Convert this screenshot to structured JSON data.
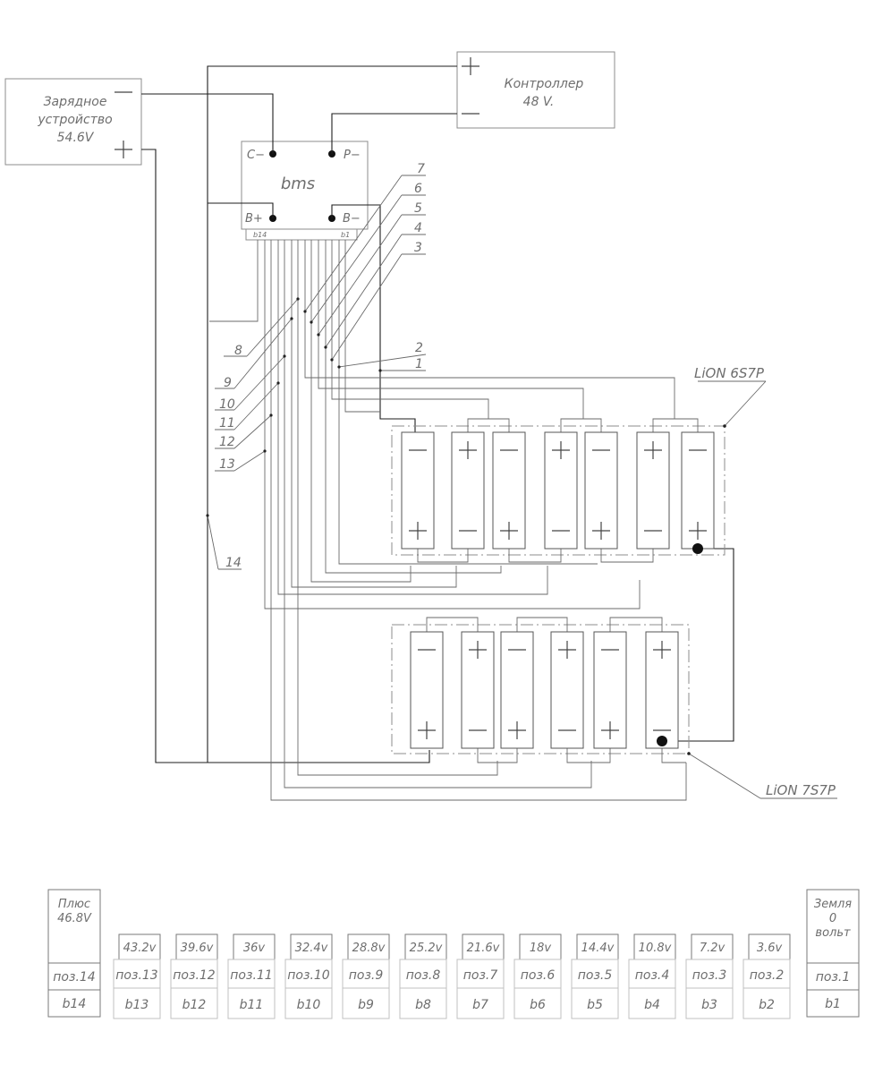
{
  "charger": {
    "line1": "Зарядное",
    "line2": "устройство",
    "line3": "54.6V",
    "minus": "−",
    "plus": "+"
  },
  "controller": {
    "line1": "Контроллер",
    "line2": "48 V.",
    "plus": "+",
    "minus": "−"
  },
  "bms": {
    "title": "bms",
    "c_minus": "C−",
    "p_minus": "P−",
    "b_plus": "B+",
    "b_minus": "B−",
    "b14": "b14",
    "b1": "b1"
  },
  "taps_right": [
    "7",
    "6",
    "5",
    "4",
    "3",
    "2",
    "1"
  ],
  "taps_left": [
    "8",
    "9",
    "10",
    "11",
    "12",
    "13",
    "14"
  ],
  "pack_top": {
    "label": "LiON 6S7P",
    "cells": [
      "−|+",
      "+|−",
      "−|+",
      "+|−",
      "−|+",
      "+|−",
      "−|+"
    ]
  },
  "pack_bottom": {
    "label": "LiON 7S7P",
    "cells": [
      "−|+",
      "+|−",
      "−|+",
      "+|−",
      "−|+",
      "+|−"
    ]
  },
  "table": [
    {
      "volt": "Плюс 46.8V",
      "pos": "поз.14",
      "b": "b14"
    },
    {
      "volt": "43.2v",
      "pos": "поз.13",
      "b": "b13"
    },
    {
      "volt": "39.6v",
      "pos": "поз.12",
      "b": "b12"
    },
    {
      "volt": "36v",
      "pos": "поз.11",
      "b": "b11"
    },
    {
      "volt": "32.4v",
      "pos": "поз.10",
      "b": "b10"
    },
    {
      "volt": "28.8v",
      "pos": "поз.9",
      "b": "b9"
    },
    {
      "volt": "25.2v",
      "pos": "поз.8",
      "b": "b8"
    },
    {
      "volt": "21.6v",
      "pos": "поз.7",
      "b": "b7"
    },
    {
      "volt": "18v",
      "pos": "поз.6",
      "b": "b6"
    },
    {
      "volt": "14.4v",
      "pos": "поз.5",
      "b": "b5"
    },
    {
      "volt": "10.8v",
      "pos": "поз.4",
      "b": "b4"
    },
    {
      "volt": "7.2v",
      "pos": "поз.3",
      "b": "b3"
    },
    {
      "volt": "3.6v",
      "pos": "поз.2",
      "b": "b2"
    },
    {
      "volt": "Земля 0 вольт",
      "pos": "поз.1",
      "b": "b1"
    }
  ]
}
